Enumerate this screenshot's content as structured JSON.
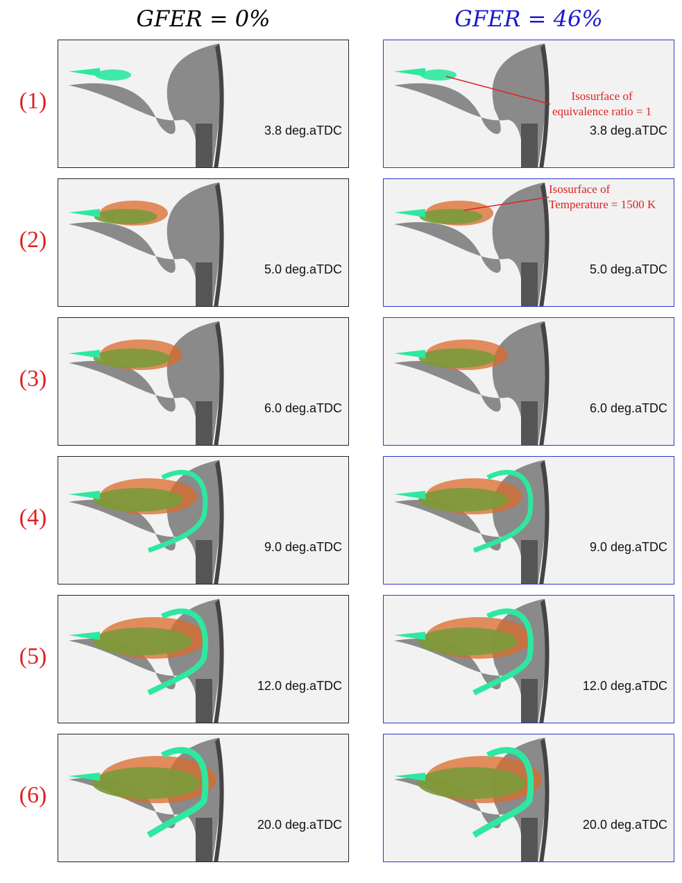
{
  "headers": {
    "left": "GFER = 0%",
    "right": "GFER = 46%"
  },
  "colors": {
    "left_header": "#000000",
    "right_header": "#1a1acc",
    "row_label": "#e02020",
    "green": "#2ee8a0",
    "orange": "#d9692a",
    "gray": "#808080"
  },
  "rows": [
    {
      "label": "(1)",
      "left_time": "3.8 deg.aTDC",
      "right_time": "3.8 deg.aTDC"
    },
    {
      "label": "(2)",
      "left_time": "5.0 deg.aTDC",
      "right_time": "5.0 deg.aTDC"
    },
    {
      "label": "(3)",
      "left_time": "6.0 deg.aTDC",
      "right_time": "6.0 deg.aTDC"
    },
    {
      "label": "(4)",
      "left_time": "9.0 deg.aTDC",
      "right_time": "9.0 deg.aTDC"
    },
    {
      "label": "(5)",
      "left_time": "12.0 deg.aTDC",
      "right_time": "12.0 deg.aTDC"
    },
    {
      "label": "(6)",
      "left_time": "20.0 deg.aTDC",
      "right_time": "20.0 deg.aTDC"
    }
  ],
  "annotations": {
    "equivalence": {
      "line1": "Isosurface of",
      "line2": "equivalence ratio = 1"
    },
    "temperature": {
      "line1": "Isosurface of",
      "line2": "Temperature = 1500 K"
    }
  }
}
